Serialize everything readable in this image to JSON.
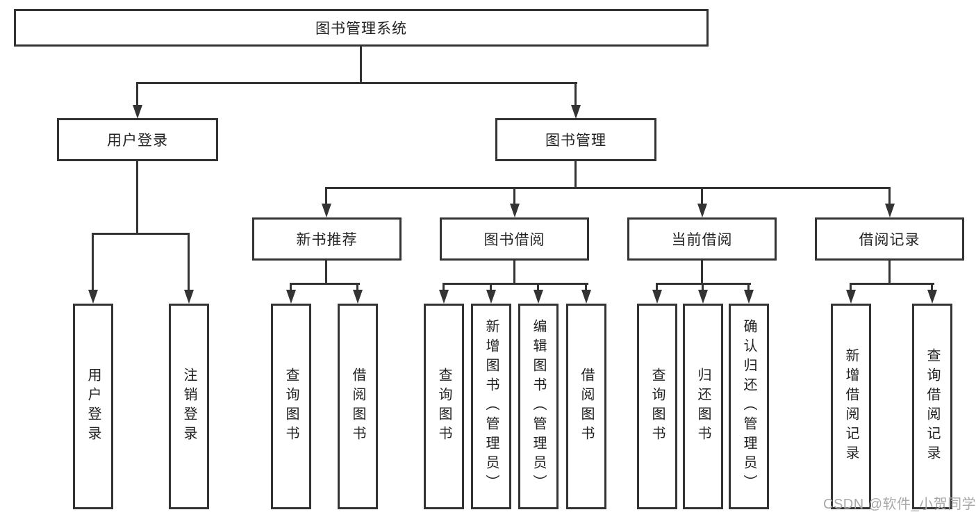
{
  "title": "图书管理系统",
  "level2": {
    "user_login": "用户登录",
    "book_mgmt": "图书管理"
  },
  "level3": {
    "new_books": "新书推荐",
    "book_borrow": "图书借阅",
    "current_borrow": "当前借阅",
    "borrow_records": "借阅记录"
  },
  "leaves": {
    "user_login": [
      "用户登录",
      "注销登录"
    ],
    "new_books": [
      "查询图书",
      "借阅图书"
    ],
    "book_borrow": [
      "查询图书",
      "新增图书（管理员）",
      "编辑图书（管理员）",
      "借阅图书"
    ],
    "current_borrow": [
      "查询图书",
      "归还图书",
      "确认归还（管理员）"
    ],
    "borrow_records": [
      "新增借阅记录",
      "查询借阅记录"
    ]
  },
  "watermark": "CSDN @软件_小贺同学",
  "colors": {
    "line": "#333333",
    "text": "#222222",
    "watermark": "#a9a9a9"
  }
}
